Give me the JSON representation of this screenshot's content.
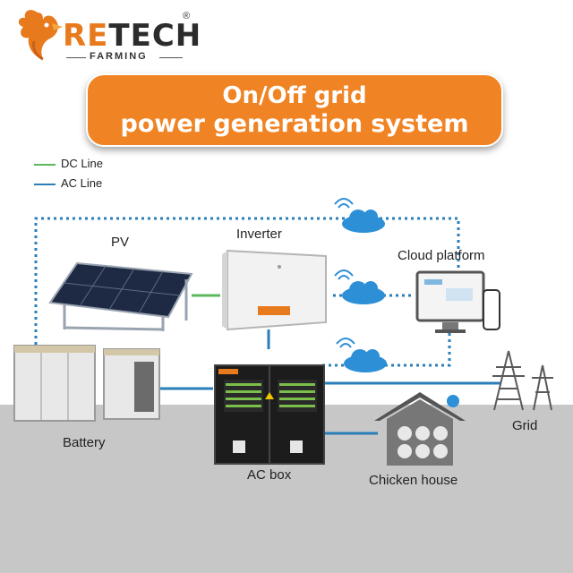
{
  "brand": {
    "name_r": "RE",
    "name_rest": "TECH",
    "registered": "®",
    "subtitle": "FARMING"
  },
  "banner": {
    "line1": "On/Off grid",
    "line2": "power generation system"
  },
  "legend": [
    {
      "label": "DC Line",
      "color": "#5cb85c"
    },
    {
      "label": "AC Line",
      "color": "#2a7fb8"
    }
  ],
  "components": {
    "pv": "PV",
    "inverter": "Inverter",
    "cloud_platform": "Cloud platform",
    "battery": "Battery",
    "ac_box": "AC box",
    "chicken_house": "Chicken house",
    "grid": "Grid"
  },
  "colors": {
    "accent": "#f08424",
    "ac_line": "#2a7fb8",
    "dc_line": "#5cb85c",
    "cloud": "#2d8fd6"
  }
}
